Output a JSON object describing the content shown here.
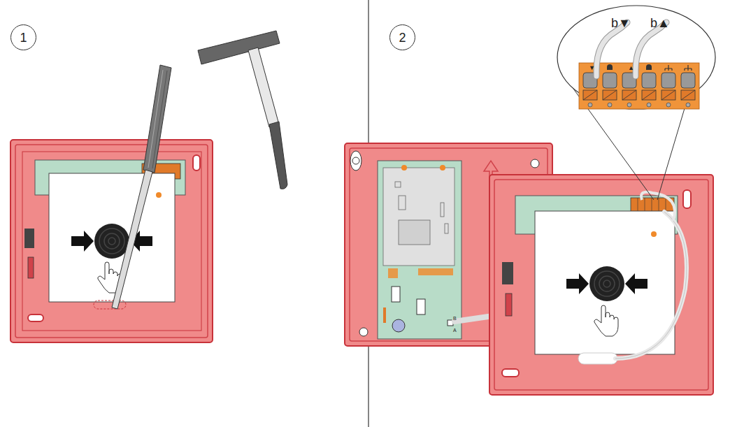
{
  "diagram": {
    "nodes": [
      {
        "text": [
          "1"
        ]
      },
      {
        "text": [
          "2"
        ]
      }
    ],
    "labels": [
      "b▼",
      "b▲",
      "▼",
      "▲",
      "B",
      "A"
    ]
  }
}
